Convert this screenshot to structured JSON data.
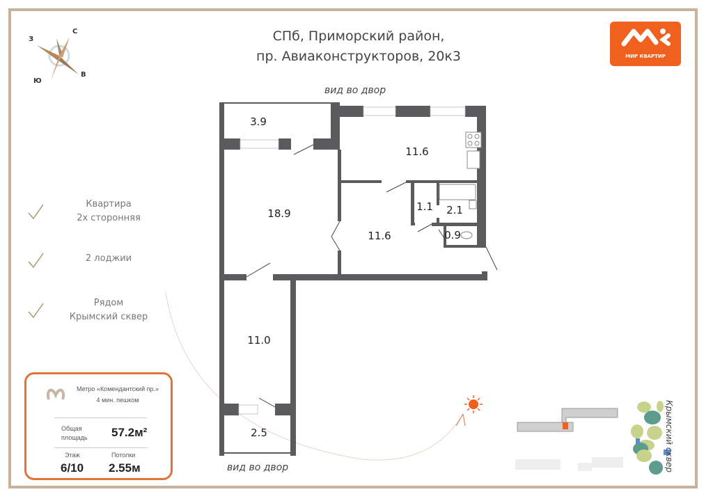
{
  "header": {
    "title_line1": "СПб, Приморский район,",
    "title_line2": "пр. Авиаконструкторов, 20к3"
  },
  "logo": {
    "text": "МИР КВАРТИР",
    "color": "#f0611f"
  },
  "compass": {
    "north": "С",
    "west": "З",
    "south": "Ю",
    "east": "В"
  },
  "features": [
    {
      "line1": "Квартира",
      "line2": "2х сторонняя"
    },
    {
      "line1": "2 лоджии",
      "line2": ""
    },
    {
      "line1": "Рядом",
      "line2": "Крымский сквер"
    }
  ],
  "plan": {
    "view_top": "вид во двор",
    "view_bottom": "вид во двор",
    "rooms": {
      "balcony_top": "3.9",
      "kitchen": "11.6",
      "living": "18.9",
      "hall": "11.6",
      "closet": "1.1",
      "bathroom": "2.1",
      "toilet": "0.9",
      "bedroom": "11.0",
      "balcony_bottom": "2.5"
    }
  },
  "card": {
    "metro": "Метро «Комендантский пр.»",
    "walk": "4 мин. пешком",
    "area_label_1": "Общая",
    "area_label_2": "площадь",
    "area_value": "57.2м²",
    "floor_label": "Этаж",
    "floor_value": "6/10",
    "ceiling_label": "Потолки",
    "ceiling_value": "2.55м"
  },
  "map": {
    "park_label": "Крымский сквер",
    "highlight_color": "#f0611f"
  }
}
